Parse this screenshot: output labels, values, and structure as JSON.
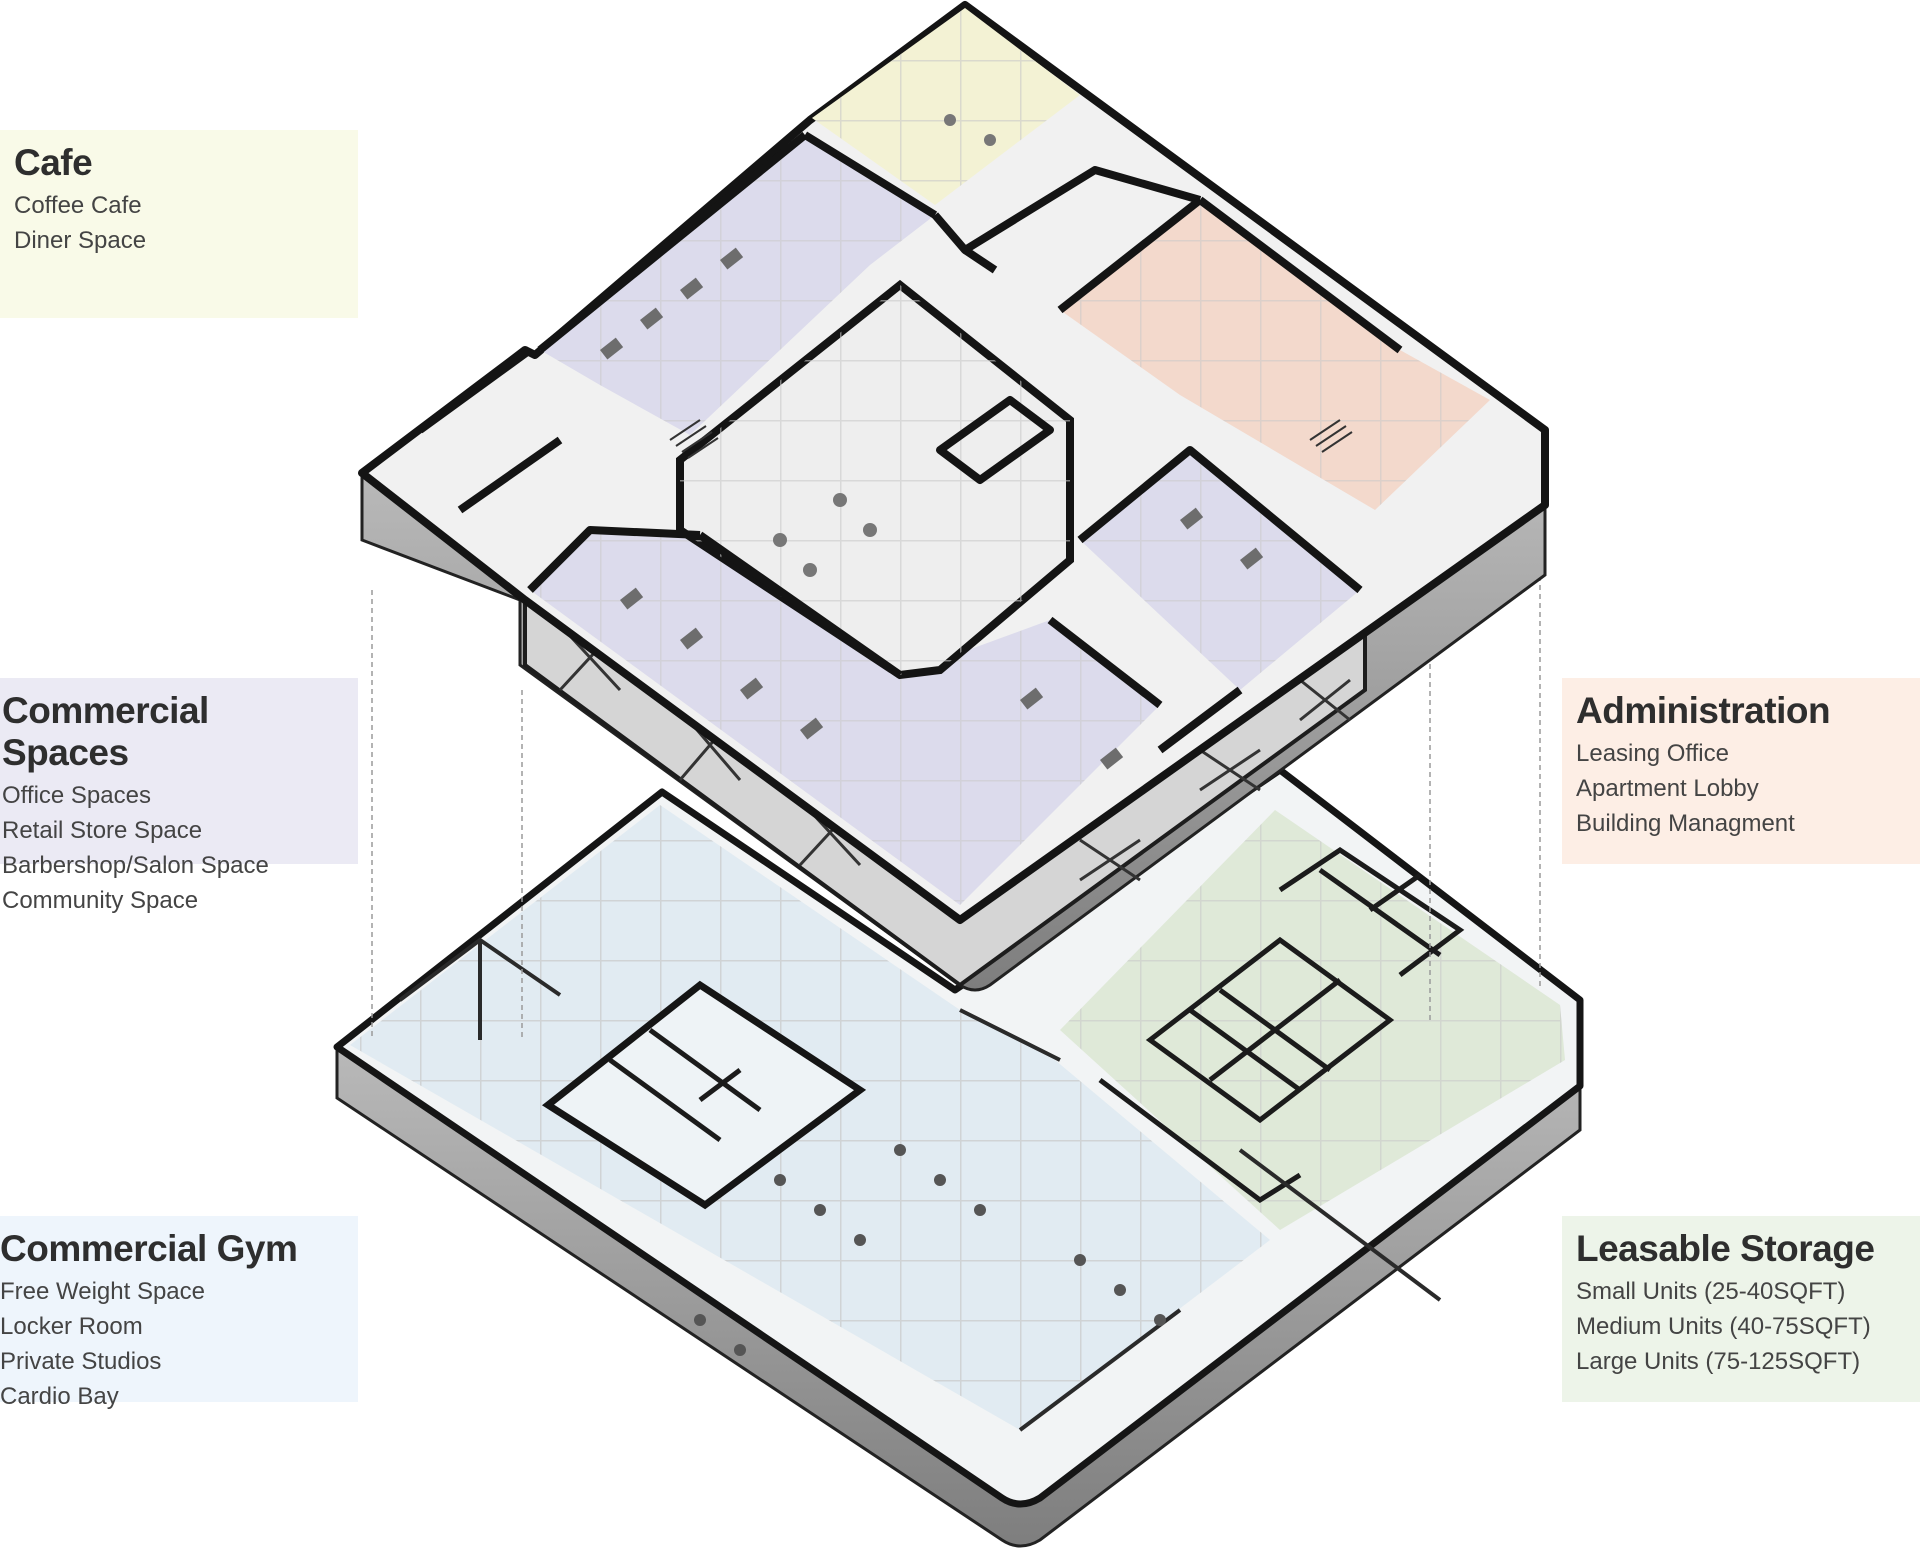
{
  "legends": {
    "cafe": {
      "title": "Cafe",
      "items": [
        "Coffee Cafe",
        "Diner Space"
      ],
      "color": "#f9fae8"
    },
    "commercial_spaces": {
      "title": "Commercial Spaces",
      "items": [
        "Office Spaces",
        "Retail Store Space",
        "Barbershop/Salon Space",
        "Community Space"
      ],
      "color": "#ebeaf4"
    },
    "commercial_gym": {
      "title": "Commercial Gym",
      "items": [
        "Free Weight Space",
        "Locker Room",
        "Private Studios",
        "Cardio Bay"
      ],
      "color": "#eef5fc"
    },
    "administration": {
      "title": "Administration",
      "items": [
        "Leasing Office",
        "Apartment Lobby",
        "Building Managment"
      ],
      "color": "#fdeee5"
    },
    "leasable_storage": {
      "title": "Leasable Storage",
      "items": [
        "Small Units (25-40SQFT)",
        "Medium Units (40-75SQFT)",
        "Large Units (75-125SQFT)"
      ],
      "color": "#edf4e9"
    }
  },
  "zone_colors": {
    "cafe": "#f3f2d6",
    "commercial": "#dcdbec",
    "admin": "#f3d9cc",
    "gym": "#dde9f1",
    "storage": "#dbe7d5",
    "neutral": "#efefef",
    "slab": "#9a9a9a",
    "wall": "#1a1a1a"
  }
}
